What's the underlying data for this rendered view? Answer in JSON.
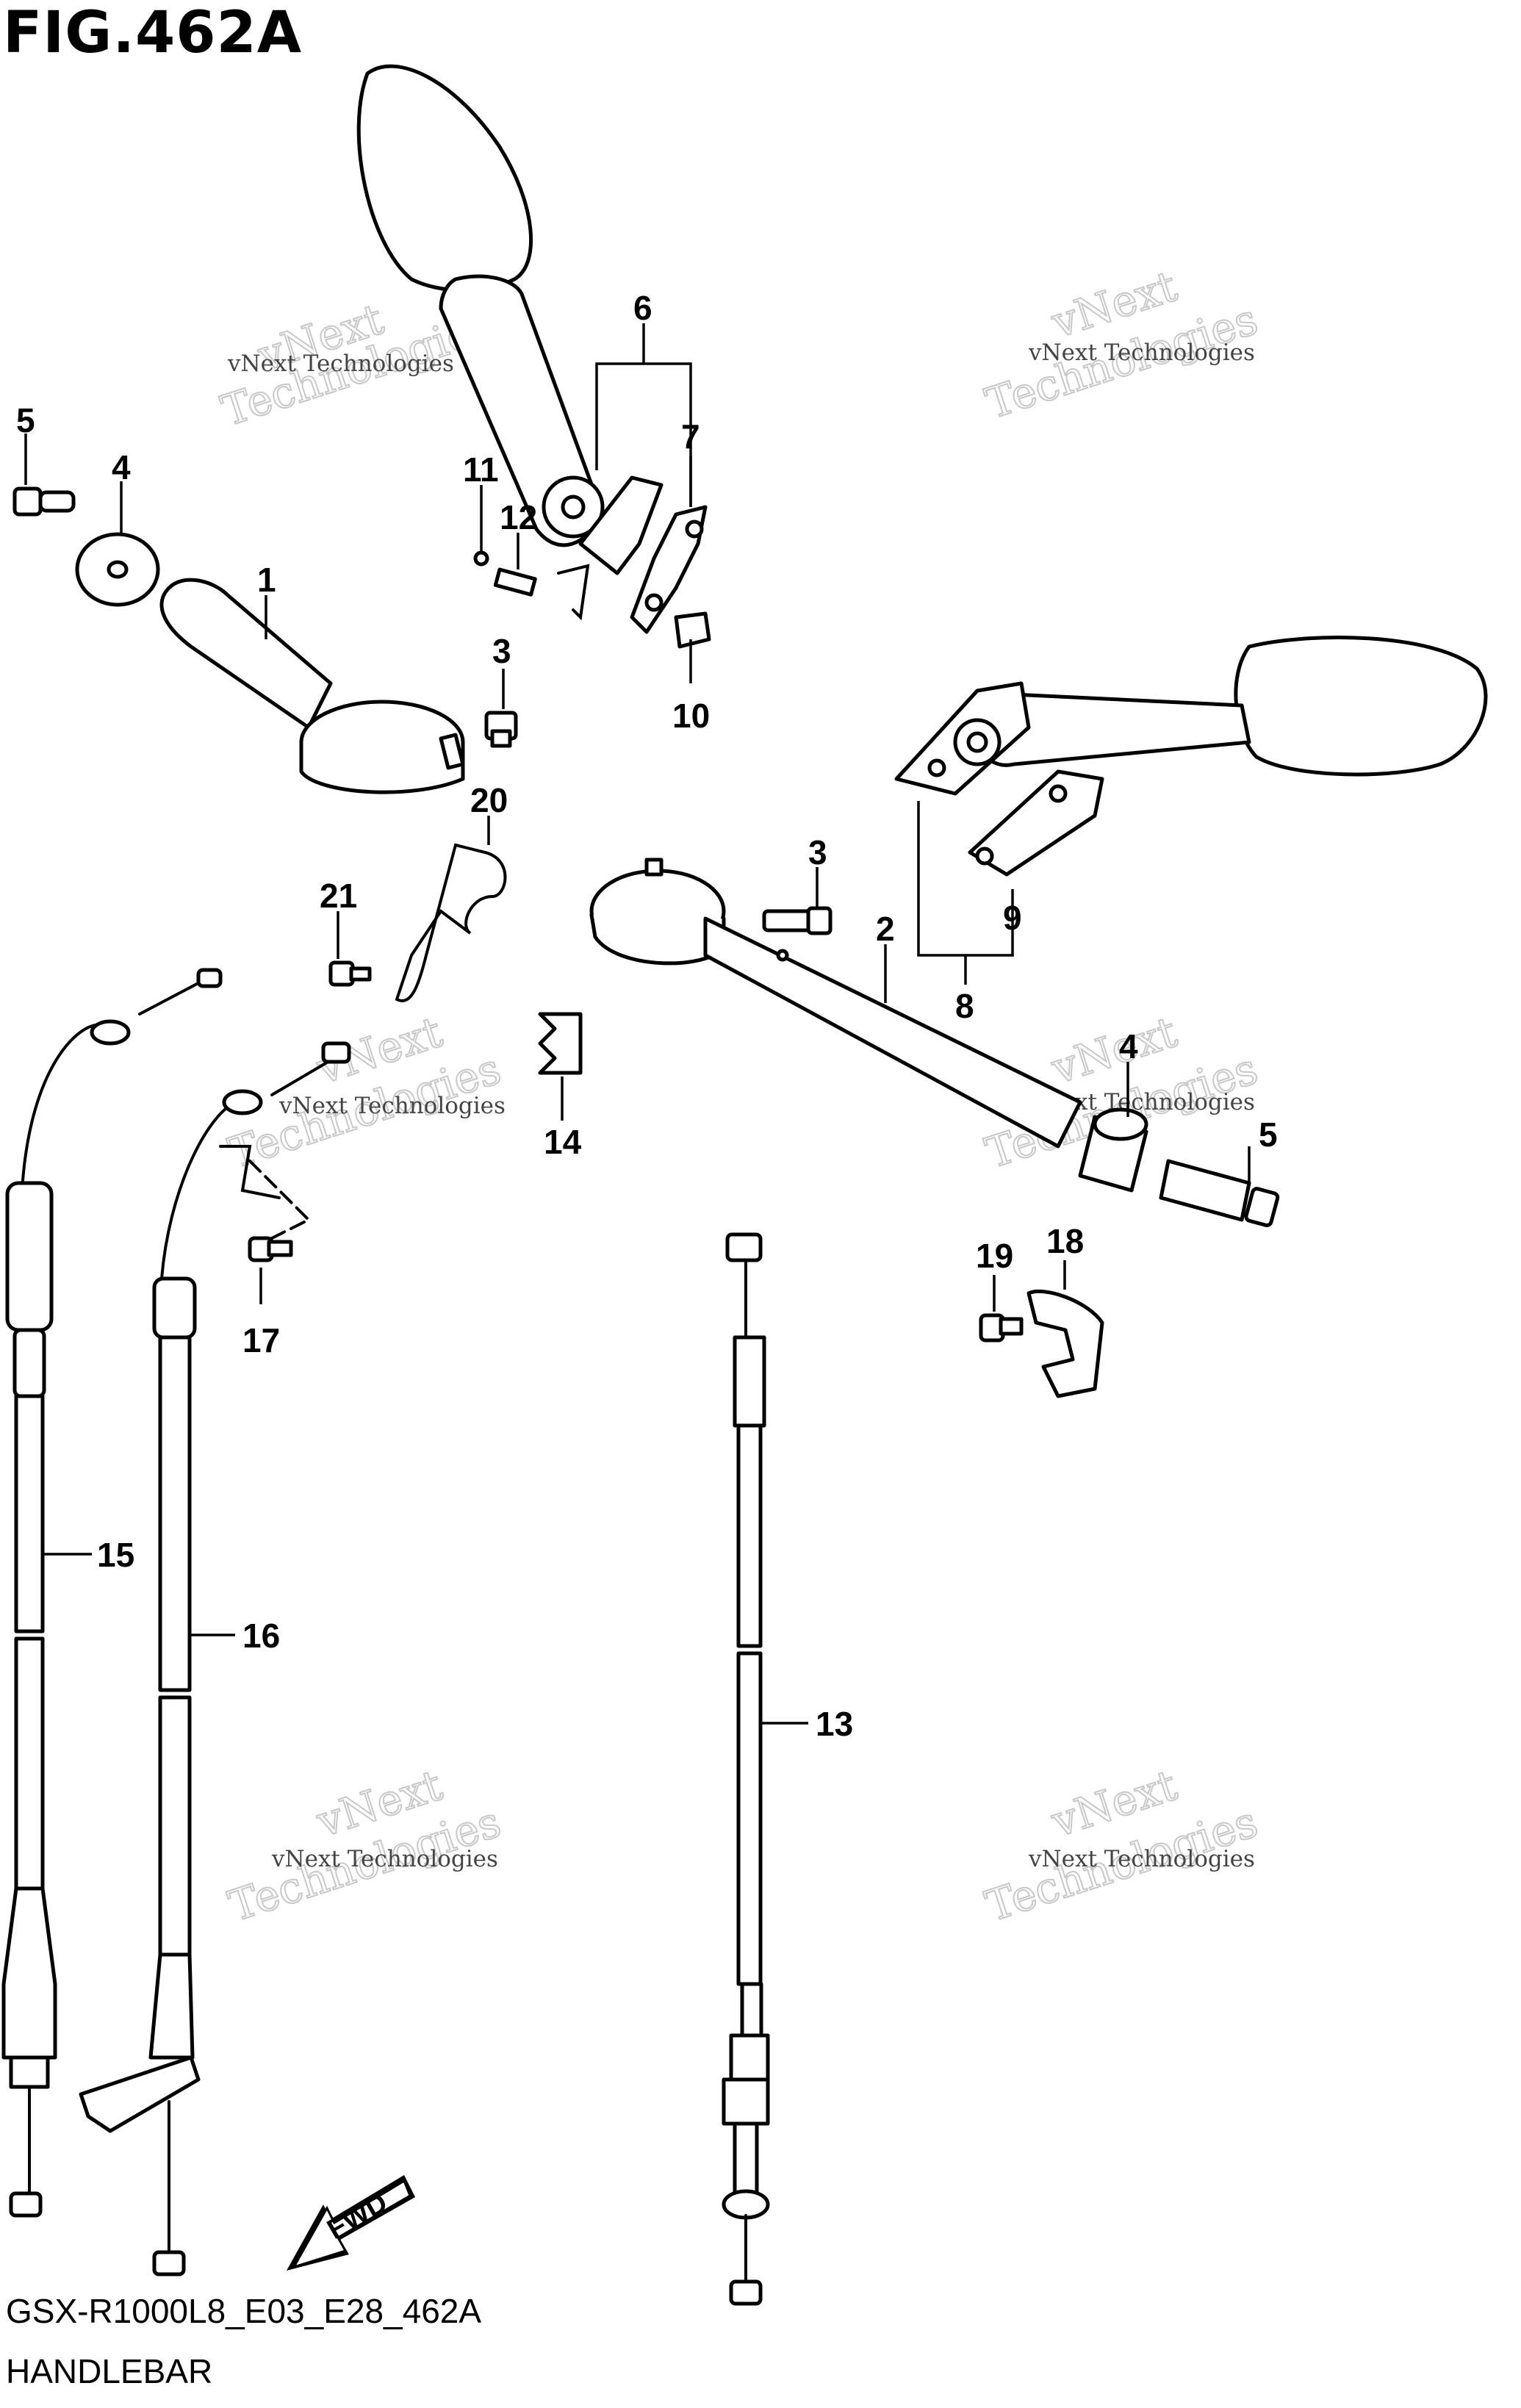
{
  "figure": {
    "title": "FIG.462A",
    "code": "GSX-R1000L8_E03_E28_462A",
    "name": "HANDLEBAR"
  },
  "watermark": {
    "small": "vNext Technologies",
    "big_top": "vNext",
    "big_bottom": "Technologies"
  },
  "fwd_label": "FWD",
  "callouts": [
    "1",
    "2",
    "3",
    "3",
    "4",
    "4",
    "5",
    "5",
    "6",
    "7",
    "8",
    "9",
    "10",
    "11",
    "12",
    "13",
    "14",
    "15",
    "16",
    "17",
    "18",
    "19",
    "20",
    "21"
  ]
}
